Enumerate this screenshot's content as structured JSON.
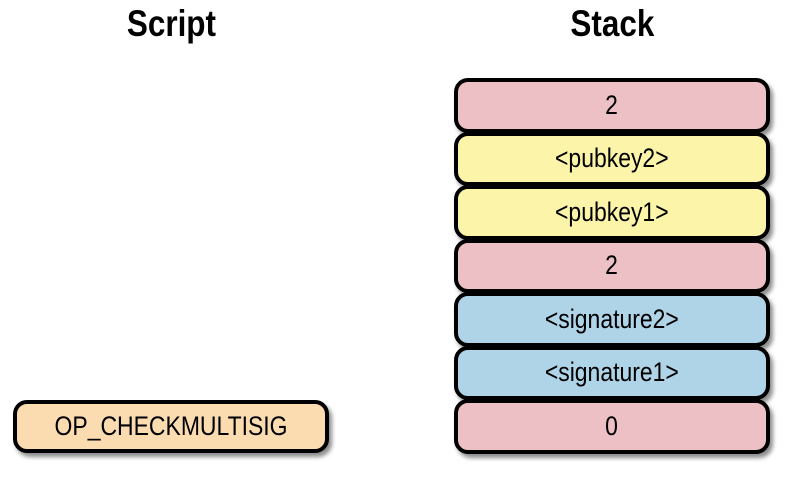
{
  "headers": {
    "script": "Script",
    "stack": "Stack"
  },
  "script_items": [
    {
      "label": "OP_CHECKMULTISIG",
      "type": "op"
    }
  ],
  "stack_items": [
    {
      "label": "2",
      "type": "number"
    },
    {
      "label": "<pubkey2>",
      "type": "pubkey"
    },
    {
      "label": "<pubkey1>",
      "type": "pubkey"
    },
    {
      "label": "2",
      "type": "number"
    },
    {
      "label": "<signature2>",
      "type": "signature"
    },
    {
      "label": "<signature1>",
      "type": "signature"
    },
    {
      "label": "0",
      "type": "number"
    }
  ],
  "colors": {
    "number": "#ecc0c4",
    "pubkey": "#fcf5a9",
    "signature": "#afd4e8",
    "op": "#fbdcb1",
    "border": "#000000",
    "text": "#000000",
    "background": "#ffffff"
  }
}
